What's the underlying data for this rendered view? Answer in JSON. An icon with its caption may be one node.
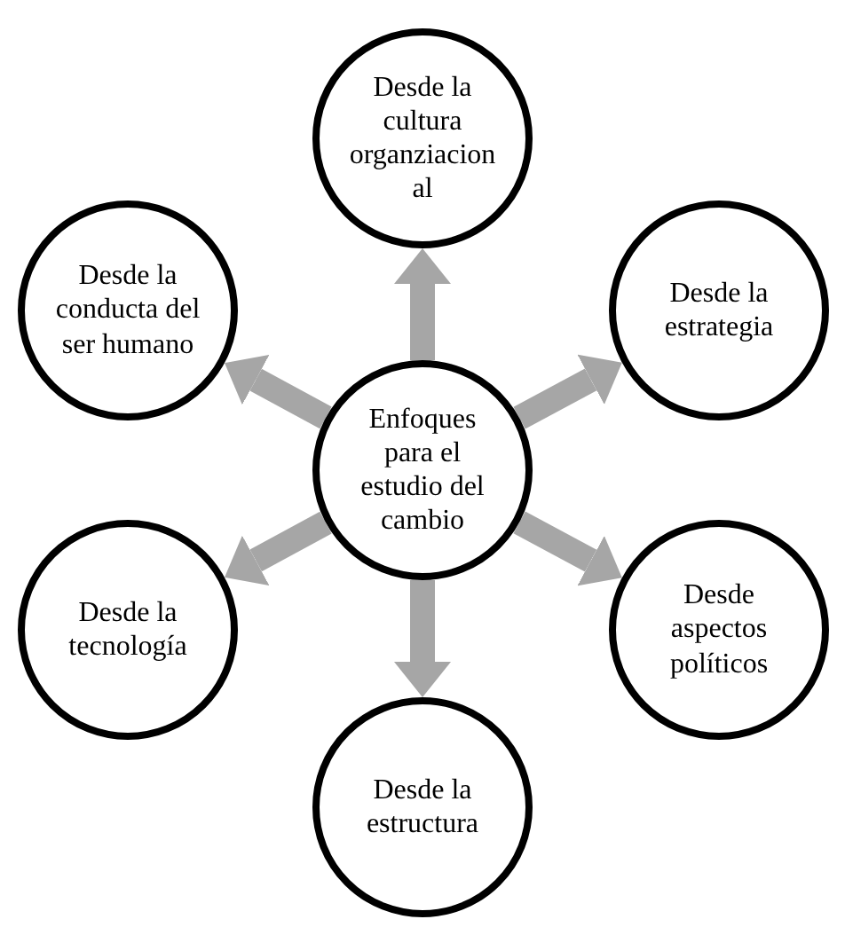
{
  "diagram": {
    "nodes": [
      {
        "text": [
          "Enfoques para el estudio del cambio"
        ]
      },
      {
        "text": [
          "Desde la cultura organziacional"
        ]
      },
      {
        "text": [
          "Desde la estrategia"
        ]
      },
      {
        "text": [
          "Desde aspectos políticos"
        ]
      },
      {
        "text": [
          "Desde la estructura"
        ]
      },
      {
        "text": [
          "Desde la tecnología"
        ]
      },
      {
        "text": [
          "Desde la conducta del ser humano"
        ]
      }
    ],
    "edges": [
      {
        "from": 0,
        "to": 1,
        "arrow": "to"
      },
      {
        "from": 0,
        "to": 2,
        "arrow": "to"
      },
      {
        "from": 0,
        "to": 3,
        "arrow": "to"
      },
      {
        "from": 0,
        "to": 4,
        "arrow": "to"
      },
      {
        "from": 0,
        "to": 5,
        "arrow": "to"
      },
      {
        "from": 0,
        "to": 6,
        "arrow": "to"
      }
    ]
  }
}
